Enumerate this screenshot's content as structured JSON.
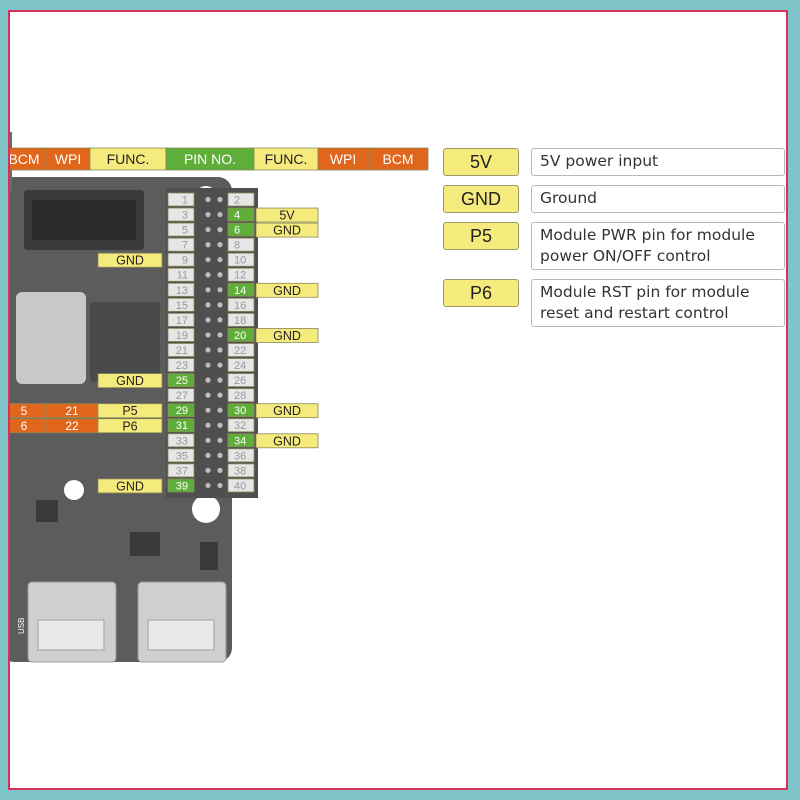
{
  "header": {
    "left": [
      {
        "text": "BCM",
        "type": "orange"
      },
      {
        "text": "WPI",
        "type": "orange"
      },
      {
        "text": "FUNC.",
        "type": "yellow"
      },
      {
        "text": "PIN NO.",
        "type": "green"
      }
    ],
    "right": [
      {
        "text": "FUNC.",
        "type": "yellow"
      },
      {
        "text": "WPI",
        "type": "orange"
      },
      {
        "text": "BCM",
        "type": "orange"
      }
    ]
  },
  "pins": {
    "odd": [
      "1",
      "3",
      "5",
      "7",
      "9",
      "11",
      "13",
      "15",
      "17",
      "19",
      "21",
      "23",
      "25",
      "27",
      "29",
      "31",
      "33",
      "35",
      "37",
      "39"
    ],
    "even": [
      "2",
      "4",
      "6",
      "8",
      "10",
      "12",
      "14",
      "16",
      "18",
      "20",
      "22",
      "24",
      "26",
      "28",
      "30",
      "32",
      "34",
      "36",
      "38",
      "40"
    ],
    "highlighted": [
      "4",
      "6",
      "14",
      "20",
      "25",
      "29",
      "30",
      "31",
      "34",
      "39"
    ]
  },
  "left_labels": [
    {
      "pin": "9",
      "func": "GND"
    },
    {
      "pin": "25",
      "func": "GND"
    },
    {
      "pin": "29",
      "func": "P5",
      "bcm": "5",
      "wpi": "21"
    },
    {
      "pin": "31",
      "func": "P6",
      "bcm": "6",
      "wpi": "22"
    },
    {
      "pin": "39",
      "func": "GND"
    }
  ],
  "right_labels": [
    {
      "pin": "4",
      "func": "5V"
    },
    {
      "pin": "6",
      "func": "GND"
    },
    {
      "pin": "14",
      "func": "GND"
    },
    {
      "pin": "20",
      "func": "GND"
    },
    {
      "pin": "30",
      "func": "GND"
    },
    {
      "pin": "34",
      "func": "GND"
    }
  ],
  "board": {
    "usb_label": "USB"
  },
  "legend": [
    {
      "key": "5V",
      "desc": "5V power input"
    },
    {
      "key": "GND",
      "desc": "Ground"
    },
    {
      "key": "P5",
      "desc": "Module PWR pin for module power ON/OFF control"
    },
    {
      "key": "P6",
      "desc": "Module RST pin for module reset and restart control"
    }
  ],
  "colors": {
    "orange": "#e0661c",
    "yellow": "#f5ea7c",
    "green": "#5fae3a",
    "board": "#5c5c5c",
    "frame": "#d9315a",
    "backdrop": "#7fc4c8"
  }
}
